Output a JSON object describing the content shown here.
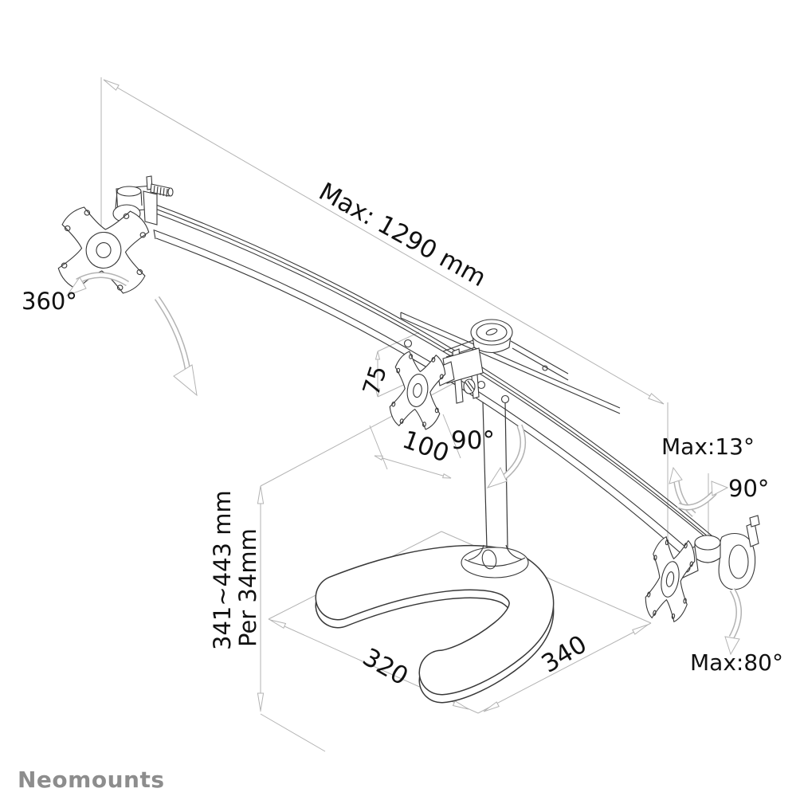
{
  "diagram": {
    "description": "technical line drawing of a triple monitor desk mount with dimension and rotation annotations",
    "labels": {
      "max_width": "Max: 1290 mm",
      "rotation_left": "360°",
      "vesa_vertical": "75",
      "vesa_horizontal": "100",
      "swivel_center": "90°",
      "tilt_right": "Max:13°",
      "swivel_right": "90°",
      "rotation_right": "Max:80°",
      "height_range": "341~443 mm",
      "height_step": "Per 34mm",
      "base_dim_left": "320",
      "base_dim_right": "340"
    },
    "colors": {
      "background": "#ffffff",
      "part_line": "#383838",
      "dimension_line": "#b3b3b3",
      "label_text": "#111111",
      "logo": "#8d8d8d"
    }
  },
  "footer": {
    "brand": "Neomounts"
  }
}
